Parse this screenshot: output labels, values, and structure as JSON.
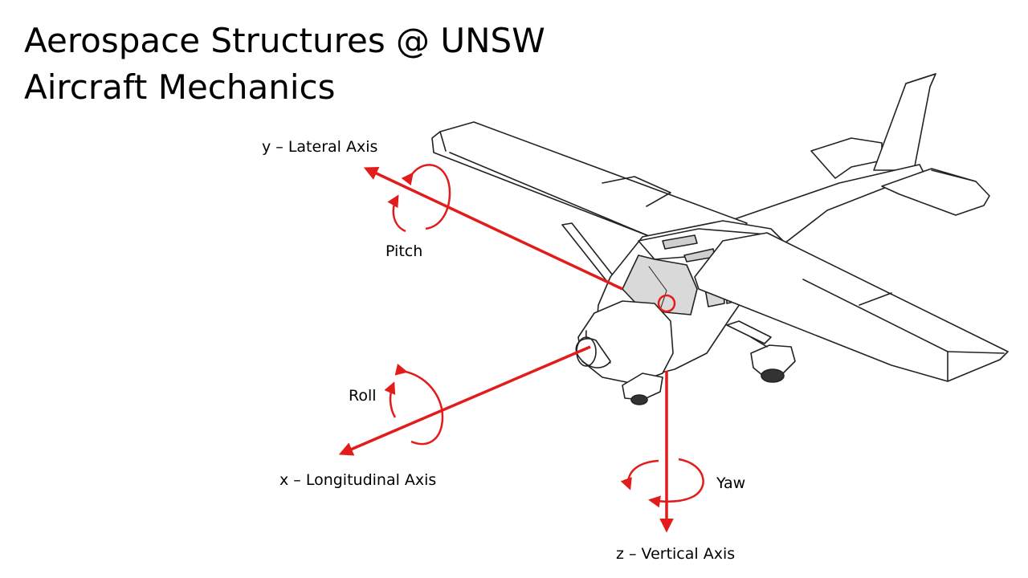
{
  "slide": {
    "title_line1": "Aerospace Structures @ UNSW",
    "title_line2": "Aircraft Mechanics"
  },
  "diagram": {
    "axes": {
      "lateral": "y – Lateral Axis",
      "longitudinal": "x – Longitudinal Axis",
      "vertical": "z – Vertical Axis"
    },
    "rotations": {
      "pitch": "Pitch",
      "roll": "Roll",
      "yaw": "Yaw"
    },
    "colors": {
      "axis": "#e21b1b",
      "outline": "#222222",
      "canopy": "#d9d9d9"
    }
  }
}
